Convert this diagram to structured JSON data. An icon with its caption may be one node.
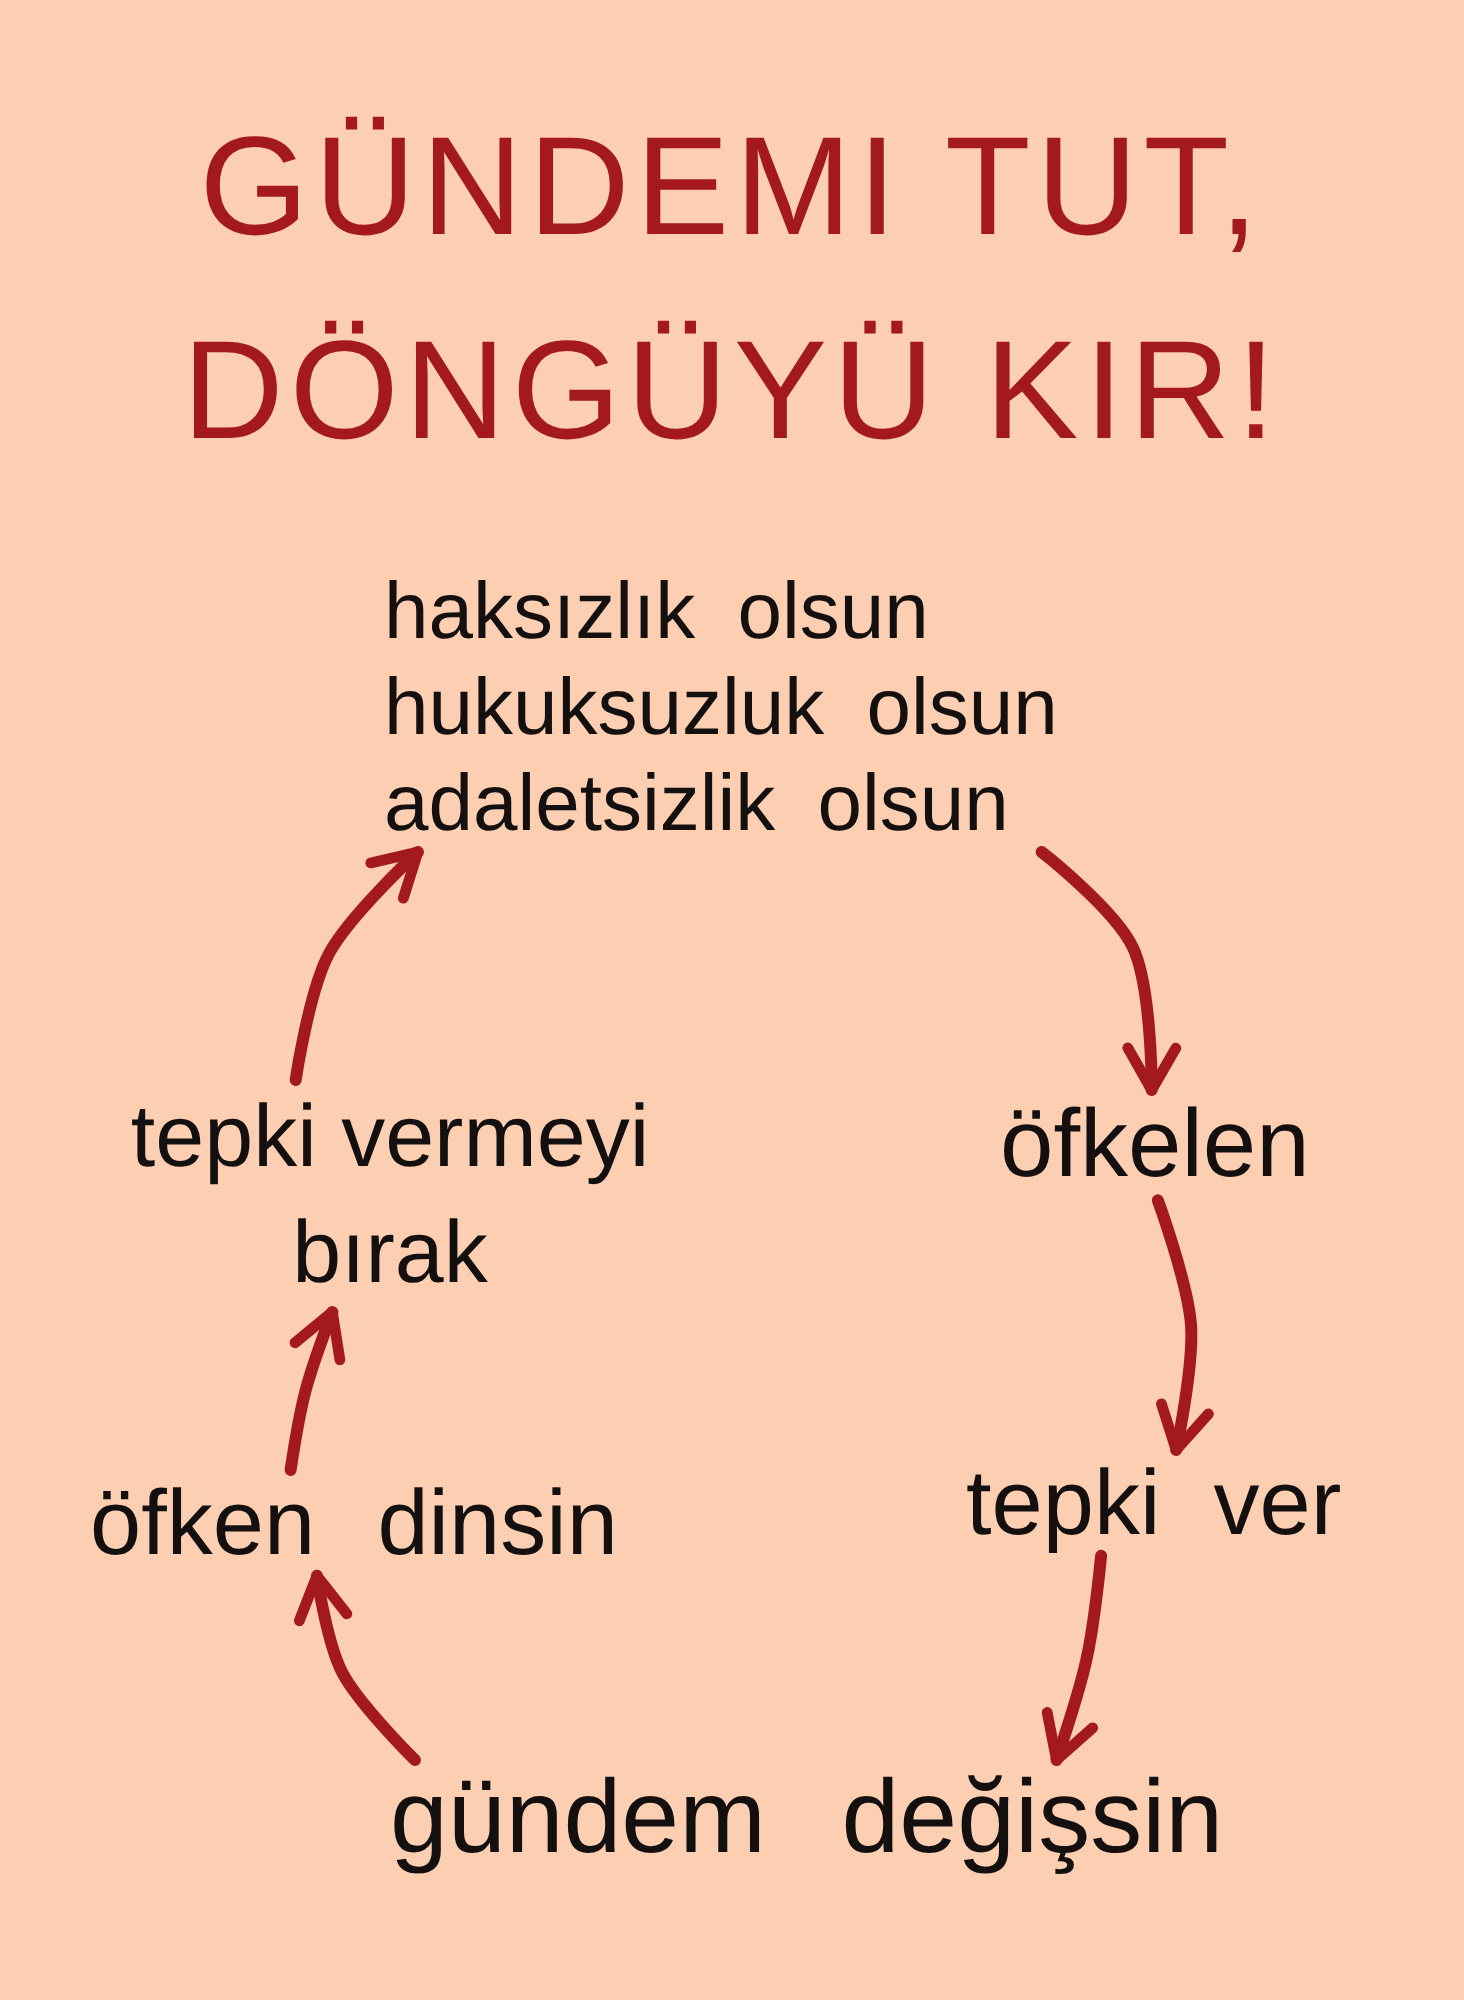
{
  "diagram": {
    "title": "GÜNDEMI TUT, DÖNGÜYÜ KIR!",
    "nodes": [
      {
        "text": [
          "haksızlık olsun hukuksuzluk olsun adaletsizlik olsun"
        ]
      },
      {
        "text": [
          "öfkelen"
        ]
      },
      {
        "text": [
          "tepki ver"
        ]
      },
      {
        "text": [
          "gündem değişsin"
        ]
      },
      {
        "text": [
          "öfken dinsin"
        ]
      },
      {
        "text": [
          "tepki vermeyi bırak"
        ]
      }
    ],
    "edges": [
      {
        "from": 0,
        "to": 1,
        "arrow": "to"
      },
      {
        "from": 1,
        "to": 2,
        "arrow": "to"
      },
      {
        "from": 2,
        "to": 3,
        "arrow": "to"
      },
      {
        "from": 3,
        "to": 4,
        "arrow": "to"
      },
      {
        "from": 4,
        "to": 5,
        "arrow": "to"
      },
      {
        "from": 5,
        "to": 0,
        "arrow": "to"
      }
    ]
  }
}
